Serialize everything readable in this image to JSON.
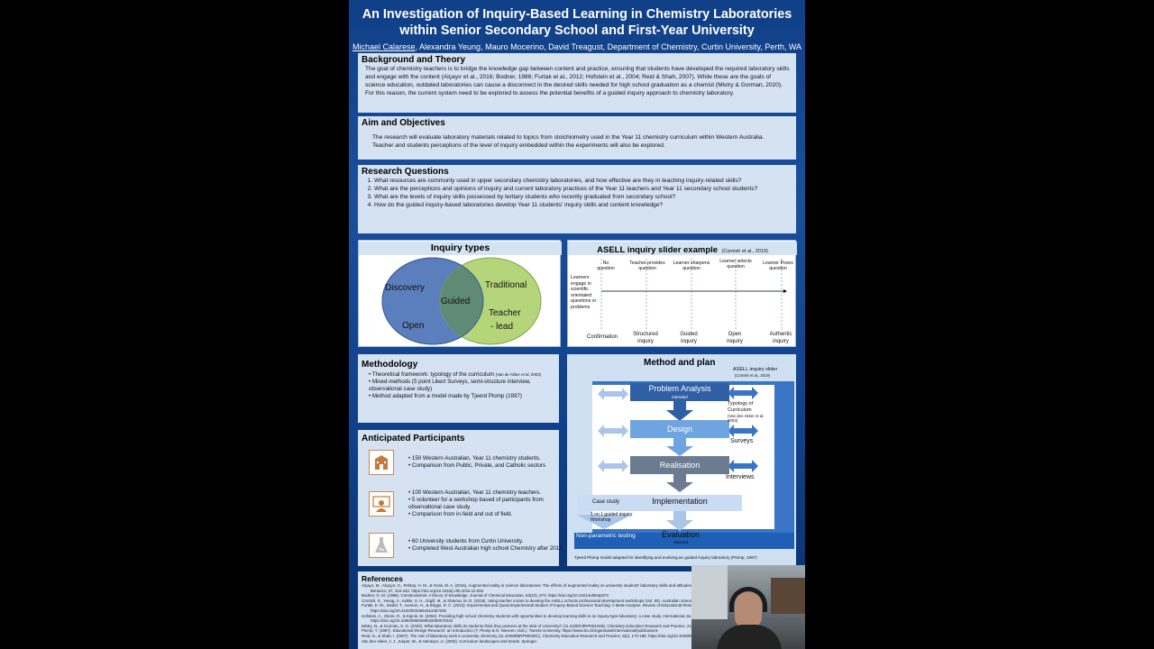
{
  "poster": {
    "title_line1": "An Investigation of Inquiry-Based Learning in Chemistry Laboratories",
    "title_line2": "within Senior Secondary School and First-Year University",
    "author_first": "Michael Calarese",
    "authors_rest": ", Alexandra Yeung, Mauro Mocerino, David Treagust, Department of Chemistry, Curtin University, Perth, WA"
  },
  "background": {
    "heading": "Background and Theory",
    "body": "The goal of chemistry teachers is to bridge the knowledge gap between content and practice, ensuring that students have developed the required laboratory skills and engage with the content (Alçayır et al., 2016; Bodner, 1986; Furtak et al., 2012; Hofstein et al., 2004; Reid & Shah, 2007). While these are the goals of science education, outdated laboratories can cause a disconnect in the desired skills needed for high school graduation as a chemist (Mistry & Gorman, 2020). For this reason, the current system need to be explored to assess the potential benefits of a guided inquiry approach to chemistry laboratory."
  },
  "aim": {
    "heading": "Aim and Objectives",
    "body": "The research will evaluate laboratory materials related to topics from stoichiometry used in the Year 11 chemistry curriculum within Western Australia. Teacher and students perceptions of the level of inquiry embedded within the experiments will also be explored."
  },
  "questions": {
    "heading": "Research Questions",
    "items": [
      "What resources are commonly used in upper secondary chemistry laboratories, and how effective are they in teaching inquiry-related skills?",
      "What are the perceptions and opinions of inquiry and current laboratory practices of the Year 11 teachers and Year 11 secondary school students?",
      "What are the levels of inquiry skills possessed by tertiary students who recently graduated from secondary school?",
      "How do the guided inquiry-based laboratories develop Year 11 students' inquiry skills and content knowledge?"
    ]
  },
  "inquiry_types": {
    "heading": "Inquiry types",
    "discovery": "Discovery",
    "traditional": "Traditional",
    "guided": "Guided",
    "open": "Open",
    "teacher_lead_1": "Teacher",
    "teacher_lead_2": "- lead",
    "colors": {
      "left": "#5b7fbd",
      "right": "#b5d57a",
      "overlap": "#5f8a75"
    }
  },
  "asell": {
    "heading": "ASELL inquiry slider example",
    "citation": "(Cornish et al., 2019)",
    "left_label": "Learners engage in scientific orientated questions or problems",
    "top_labels": [
      "No question",
      "Teacher provides question",
      "Learner sharpens question",
      "Learner selects question",
      "Learner Poses question"
    ],
    "bottom_labels": [
      "Confirmation",
      "Structured inquiry",
      "Guided inquiry",
      "Open inquiry",
      "Authentic inquiry"
    ]
  },
  "methodology": {
    "heading": "Methodology",
    "items": [
      "Theoretical framework: typology of the curriculum",
      "Mixed-methods (5 point Likert Surveys, semi-structure interview, observational case study)",
      "Method adapted from a model made by Tjeerd Plomp (1997)"
    ],
    "item1_cite": "(Van de Akker et al, 2003)"
  },
  "participants": {
    "heading": "Anticipated Participants",
    "groups": [
      {
        "lines": [
          "150 Western Australian, Year 11 chemistry students.",
          "Comparison from Public, Private, and Catholic sectors"
        ]
      },
      {
        "lines": [
          "100 Western Australian, Year 11 chemistry teachers.",
          "5 volunteer for a workshop based of participants from observational case study.",
          "Comparison from in-field and out of field."
        ]
      },
      {
        "lines": [
          "60 University students from Curtin University.",
          "Completed West Australian high school Chemistry after 2017"
        ]
      }
    ]
  },
  "method_plan": {
    "heading": "Method and plan",
    "asell_label": "ASELL inquiry slider",
    "asell_cite": "(Cornish et al., 2019)",
    "stages": [
      "Problem Analysis",
      "Design",
      "Realisation",
      "Implementation",
      "Evaluation"
    ],
    "intended": "intended",
    "attained": "attained",
    "typology": "Typology of Curriculum",
    "typology_cite": "(Van den Akker et al, 2003)",
    "surveys": "Surveys",
    "interviews": "Interviews",
    "case_study": "Case study",
    "workshop": "1 on 1 guided inquiry Workshop",
    "nonparam": "Non-parametric testing",
    "caption": "Tjeerd Plomp model adapted for identifying and evolving an guided inquiry laboratory (Plomp, 1997)"
  },
  "references": {
    "heading": "References",
    "items": [
      "Alçayır, M., Akçayır, G., Pektaş, H. M., & Ocak, M. A. (2016). Augmented reality in science laboratories: The effects of augmented reality on university students' laboratory skills and attitudes toward science laboratories.",
      "Behavior, 57, 334-342. https://doi.org/10.1016/j.chb.2015.12.054",
      "Bodner, G. M. (1986). Constructivism: A theory of knowledge. Journal of Chemical Education, 63(10), 873. https://doi.org/10.1021/ed063p873",
      "Cornish, S., Yeung, A., Kable, S. H., Orgill, M., & Sharma, M. D. (2019). Using teacher voices to develop the ASELL schools professional development workshops (Vol. 65). Australian Science Teachers Association.",
      "Furtak, E. M., Seidel, T., Iverson, H., & Briggs, D. C. (2012). Experimental and Quasi-Experimental Studies of Inquiry-Based Science Teaching: A Meta-Analysis. Review of Educational Research.",
      "https://doi.org/10.3102/0034654312457206",
      "Hofstein, A., Shore, R., & Kipnis, M. (2004). Providing high school chemistry students with opportunities to develop learning skills in an inquiry-type laboratory: a case study. International Journal of Science Education.",
      "https://doi.org/10.1080/0950069032000070342",
      "Mistry, N., & Gorman, S. G. (2020). What laboratory skills do students think they possess at the start of University? (11.1039/C9RP00104B). Chemistry Education Research and Practice, 21(3).",
      "Plomp, T. (1997). Educational Design Research: an Introduction (T. Plomp & N. Nieveen, Eds.). Twente University. https://www.slo.nl/organisatie/international/publications",
      "Reid, N., & Shah, I. (2007). The role of laboratory work in university chemistry (11.1039/B5RP90026C). Chemistry Education Research and Practice, 8(2), 172-185. https://doi.org/10.1039/B5RP90026C",
      "Van den Akker, J. J., Kuiper, W., & Hameyer, U. (2003). Curriculum landscapes and trends. Springer."
    ]
  }
}
